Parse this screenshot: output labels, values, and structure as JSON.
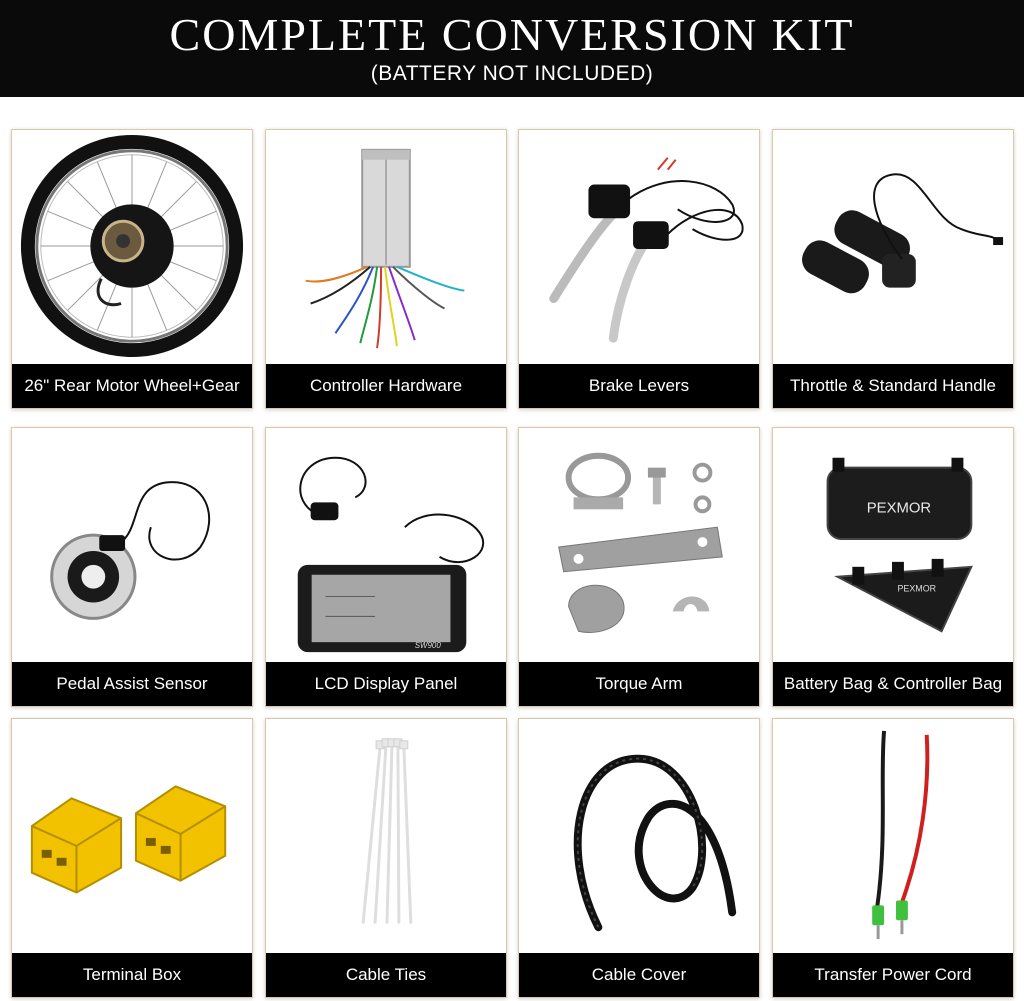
{
  "header": {
    "title": "COMPLETE CONVERSION KIT",
    "subtitle": "(BATTERY NOT INCLUDED)"
  },
  "items": [
    {
      "label": "26\" Rear Motor Wheel+Gear",
      "icon": "motor-wheel-icon"
    },
    {
      "label": "Controller Hardware",
      "icon": "controller-icon"
    },
    {
      "label": "Brake Levers",
      "icon": "brake-lever-icon"
    },
    {
      "label": "Throttle & Standard Handle",
      "icon": "throttle-icon"
    },
    {
      "label": "Pedal Assist Sensor",
      "icon": "pedal-sensor-icon"
    },
    {
      "label": "LCD Display Panel",
      "icon": "lcd-display-icon"
    },
    {
      "label": "Torque Arm",
      "icon": "torque-arm-icon"
    },
    {
      "label": "Battery Bag & Controller Bag",
      "icon": "bag-icon"
    },
    {
      "label": "Terminal Box",
      "icon": "terminal-box-icon"
    },
    {
      "label": "Cable Ties",
      "icon": "cable-ties-icon"
    },
    {
      "label": "Cable Cover",
      "icon": "cable-cover-icon"
    },
    {
      "label": "Transfer Power Cord",
      "icon": "power-cord-icon"
    }
  ],
  "display_text": {
    "model": "SW900"
  },
  "bag_text": {
    "brand": "PEXMOR"
  },
  "colors": {
    "header_bg": "#0a0a0a",
    "label_bg": "#000000",
    "terminal_yellow": "#f2c200",
    "wire_red": "#d0201d",
    "wire_green": "#2f9a2f"
  }
}
